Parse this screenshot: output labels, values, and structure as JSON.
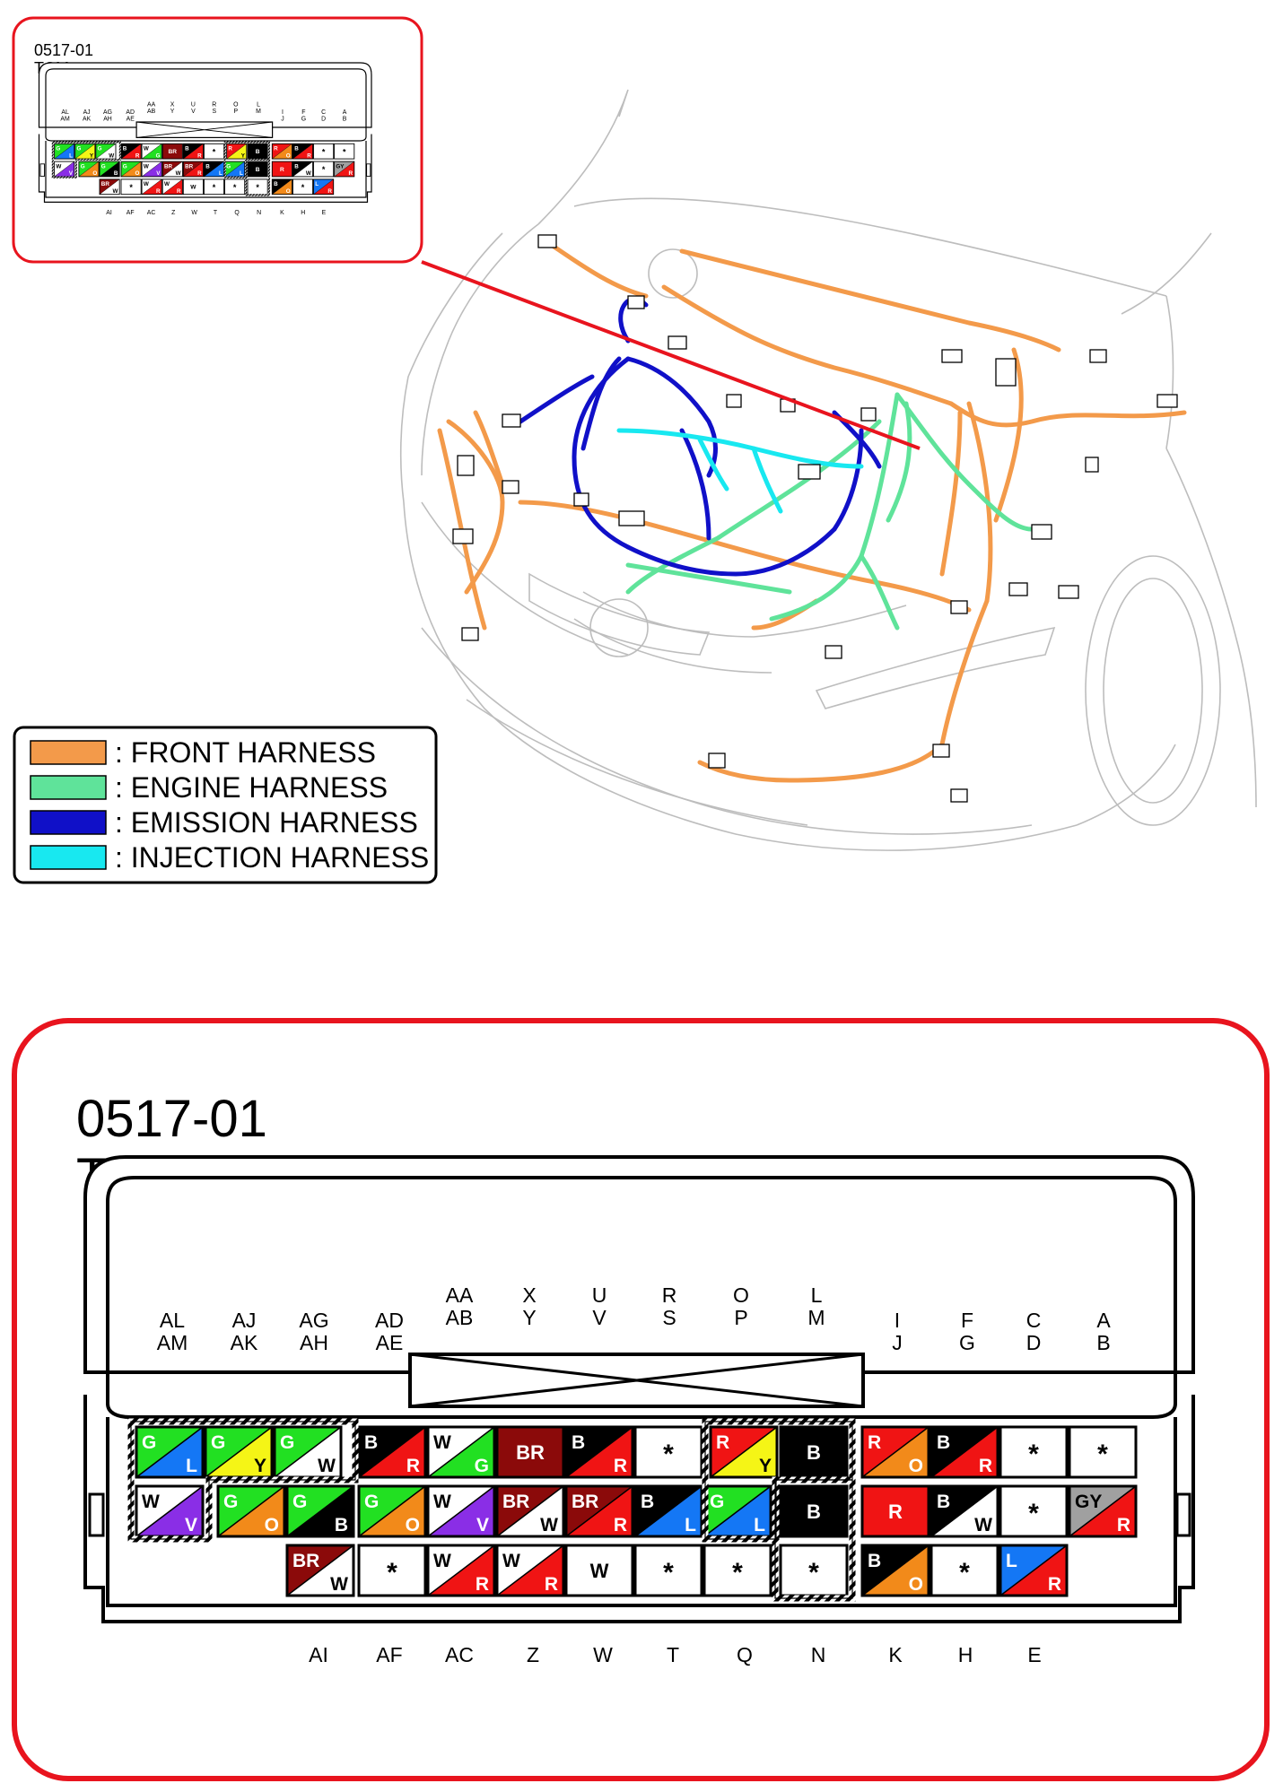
{
  "inset": {
    "code": "0517-01",
    "name": "TCM"
  },
  "main": {
    "code": "0517-01",
    "name": "TCM"
  },
  "legend": [
    {
      "label": ": FRONT HARNESS",
      "color": "#f39a4a"
    },
    {
      "label": ": ENGINE HARNESS",
      "color": "#5fe39a"
    },
    {
      "label": ": EMISSION HARNESS",
      "color": "#1010c8"
    },
    {
      "label": ": INJECTION HARNESS",
      "color": "#18e8f0"
    }
  ],
  "wire_colors": {
    "G": "#22e022",
    "L": "#1477f5",
    "Y": "#f5f516",
    "W": "#ffffff",
    "B": "#000000",
    "R": "#f01414",
    "BR": "#8b0a0a",
    "O": "#f28a1a",
    "V": "#8a2ee6",
    "GY": "#a0a0a0"
  },
  "top_labels": [
    [
      "AL",
      "AM"
    ],
    [
      "AJ",
      "AK"
    ],
    [
      "AG",
      "AH"
    ],
    [
      "AD",
      "AE"
    ],
    [
      "AA",
      "AB"
    ],
    [
      "X",
      "Y"
    ],
    [
      "U",
      "V"
    ],
    [
      "R",
      "S"
    ],
    [
      "O",
      "P"
    ],
    [
      "L",
      "M"
    ],
    [
      "I",
      "J"
    ],
    [
      "F",
      "G"
    ],
    [
      "C",
      "D"
    ],
    [
      "A",
      "B"
    ]
  ],
  "bottom_labels": [
    "AI",
    "AF",
    "AC",
    "Z",
    "W",
    "T",
    "Q",
    "N",
    "K",
    "H",
    "E"
  ],
  "pins": {
    "row1": [
      {
        "a": "G",
        "b": "L"
      },
      {
        "a": "G",
        "b": "Y"
      },
      {
        "a": "G",
        "b": "W"
      },
      {
        "a": "B",
        "b": "R"
      },
      {
        "a": "W",
        "b": "G"
      },
      {
        "s": "BR"
      },
      {
        "a": "B",
        "b": "R"
      },
      {
        "x": "*"
      },
      {
        "a": "R",
        "b": "Y"
      },
      {
        "s": "B"
      },
      {
        "a": "R",
        "b": "O"
      },
      {
        "a": "B",
        "b": "R"
      },
      {
        "x": "*"
      },
      {
        "x": "*"
      }
    ],
    "row2": [
      {
        "a": "W",
        "b": "V"
      },
      {
        "a": "G",
        "b": "O"
      },
      {
        "a": "G",
        "b": "B"
      },
      {
        "a": "G",
        "b": "O"
      },
      {
        "a": "W",
        "b": "V"
      },
      {
        "a": "BR",
        "b": "W"
      },
      {
        "a": "BR",
        "b": "R"
      },
      {
        "a": "B",
        "b": "L"
      },
      {
        "a": "G",
        "b": "L"
      },
      {
        "s": "B"
      },
      {
        "s": "R"
      },
      {
        "a": "B",
        "b": "W"
      },
      {
        "x": "*"
      },
      {
        "a": "GY",
        "b": "R"
      }
    ],
    "row3": [
      {
        "a": "BR",
        "b": "W"
      },
      {
        "x": "*"
      },
      {
        "a": "W",
        "b": "R"
      },
      {
        "a": "W",
        "b": "R"
      },
      {
        "s": "W"
      },
      {
        "x": "*"
      },
      {
        "x": "*"
      },
      {
        "x": "*"
      },
      {
        "a": "B",
        "b": "O"
      },
      {
        "x": "*"
      },
      {
        "a": "L",
        "b": "R"
      }
    ]
  }
}
